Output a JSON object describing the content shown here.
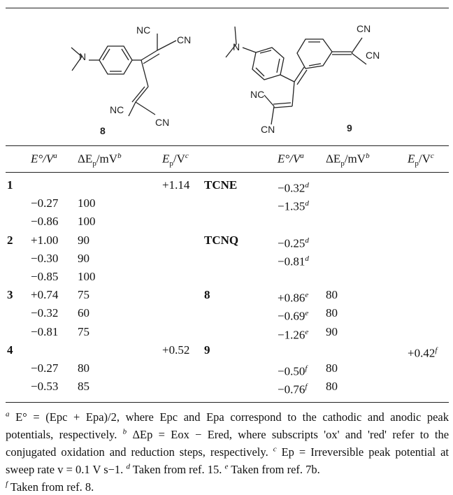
{
  "structures": {
    "compound_8": {
      "number": "8",
      "groups": [
        "N",
        "NC",
        "CN",
        "NC",
        "CN"
      ]
    },
    "compound_9": {
      "number": "9",
      "groups": [
        "N",
        "CN",
        "CN",
        "NC",
        "CN"
      ]
    }
  },
  "headers": {
    "left": {
      "e0": "E°/V",
      "e0_note": "a",
      "dep": "ΔE",
      "dep_sub": "p",
      "dep_unit": "/mV",
      "dep_note": "b",
      "ep": "E",
      "ep_sub": "p",
      "ep_unit": "/V",
      "ep_note": "c"
    },
    "right": {
      "e0": "E°/V",
      "e0_note": "a",
      "dep": "ΔE",
      "dep_sub": "p",
      "dep_unit": "/mV",
      "dep_note": "b",
      "ep": "E",
      "ep_sub": "p",
      "ep_unit": "/V",
      "ep_note": "c"
    }
  },
  "left_rows": [
    {
      "compound": "1",
      "e0": "",
      "dep": "",
      "ep": "+1.14"
    },
    {
      "compound": "",
      "e0": "−0.27",
      "dep": "100",
      "ep": ""
    },
    {
      "compound": "",
      "e0": "−0.86",
      "dep": "100",
      "ep": ""
    },
    {
      "compound": "2",
      "e0": "+1.00",
      "dep": "90",
      "ep": ""
    },
    {
      "compound": "",
      "e0": "−0.30",
      "dep": "90",
      "ep": ""
    },
    {
      "compound": "",
      "e0": "−0.85",
      "dep": "100",
      "ep": ""
    },
    {
      "compound": "3",
      "e0": "+0.74",
      "dep": "75",
      "ep": ""
    },
    {
      "compound": "",
      "e0": "−0.32",
      "dep": "60",
      "ep": ""
    },
    {
      "compound": "",
      "e0": "−0.81",
      "dep": "75",
      "ep": ""
    },
    {
      "compound": "4",
      "e0": "",
      "dep": "",
      "ep": "+0.52"
    },
    {
      "compound": "",
      "e0": "−0.27",
      "dep": "80",
      "ep": ""
    },
    {
      "compound": "",
      "e0": "−0.53",
      "dep": "85",
      "ep": ""
    }
  ],
  "right_rows": [
    {
      "compound": "TCNE",
      "e0": "−0.32",
      "e0_note": "d",
      "dep": "",
      "ep": "",
      "ep_note": ""
    },
    {
      "compound": "",
      "e0": "−1.35",
      "e0_note": "d",
      "dep": "",
      "ep": "",
      "ep_note": ""
    },
    {
      "compound": "",
      "e0": "",
      "e0_note": "",
      "dep": "",
      "ep": "",
      "ep_note": ""
    },
    {
      "compound": "TCNQ",
      "e0": "−0.25",
      "e0_note": "d",
      "dep": "",
      "ep": "",
      "ep_note": ""
    },
    {
      "compound": "",
      "e0": "−0.81",
      "e0_note": "d",
      "dep": "",
      "ep": "",
      "ep_note": ""
    },
    {
      "compound": "",
      "e0": "",
      "e0_note": "",
      "dep": "",
      "ep": "",
      "ep_note": ""
    },
    {
      "compound": "8",
      "e0": "+0.86",
      "e0_note": "e",
      "dep": "80",
      "ep": "",
      "ep_note": ""
    },
    {
      "compound": "",
      "e0": "−0.69",
      "e0_note": "e",
      "dep": "80",
      "ep": "",
      "ep_note": ""
    },
    {
      "compound": "",
      "e0": "−1.26",
      "e0_note": "e",
      "dep": "90",
      "ep": "",
      "ep_note": ""
    },
    {
      "compound": "9",
      "e0": "",
      "e0_note": "",
      "dep": "",
      "ep": "+0.42",
      "ep_note": "f"
    },
    {
      "compound": "",
      "e0": "−0.50",
      "e0_note": "f",
      "dep": "80",
      "ep": "",
      "ep_note": ""
    },
    {
      "compound": "",
      "e0": "−0.76",
      "e0_note": "f",
      "dep": "80",
      "ep": "",
      "ep_note": ""
    }
  ],
  "footnotes": {
    "a": {
      "mark": "a",
      "text": "E° = (Epc + Epa)/2, where Epc and Epa correspond to the cathodic and anodic peak potentials, respectively."
    },
    "b": {
      "mark": "b",
      "text": "ΔEp = Eox − Ered, where subscripts 'ox' and 'red' refer to the conjugated oxidation and reduction steps, respectively."
    },
    "c": {
      "mark": "c",
      "text": "Ep = Irreversible peak potential at sweep rate v = 0.1 V s−1."
    },
    "d": {
      "mark": "d",
      "text": "Taken from ref. 15."
    },
    "e": {
      "mark": "e",
      "text": "Taken from ref. 7b."
    },
    "f": {
      "mark": "f",
      "text": "Taken from ref. 8."
    }
  }
}
